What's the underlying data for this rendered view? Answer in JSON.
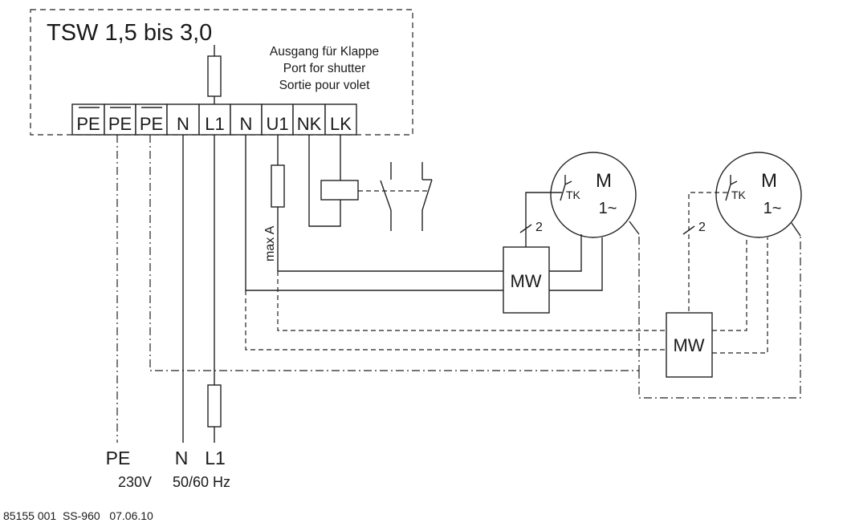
{
  "unit": {
    "title": "TSW 1,5 bis 3,0",
    "shutter_port_lines": [
      "Ausgang für Klappe",
      "Port for shutter",
      "Sortie pour volet"
    ]
  },
  "terminals": [
    "PE",
    "PE",
    "PE",
    "N",
    "L1",
    "N",
    "U1",
    "NK",
    "LK"
  ],
  "current_label": "max A",
  "motors": [
    {
      "label": "M",
      "phase": "1~",
      "thermal_contact": "TK",
      "wire_count": "2",
      "module": "MW"
    },
    {
      "label": "M",
      "phase": "1~",
      "thermal_contact": "TK",
      "wire_count": "2",
      "module": "MW"
    }
  ],
  "supply": {
    "terminals": [
      "PE",
      "N",
      "L1"
    ],
    "voltage": "230V",
    "frequency": "50/60 Hz"
  },
  "footer": "85155 001  SS-960   07.06.10"
}
